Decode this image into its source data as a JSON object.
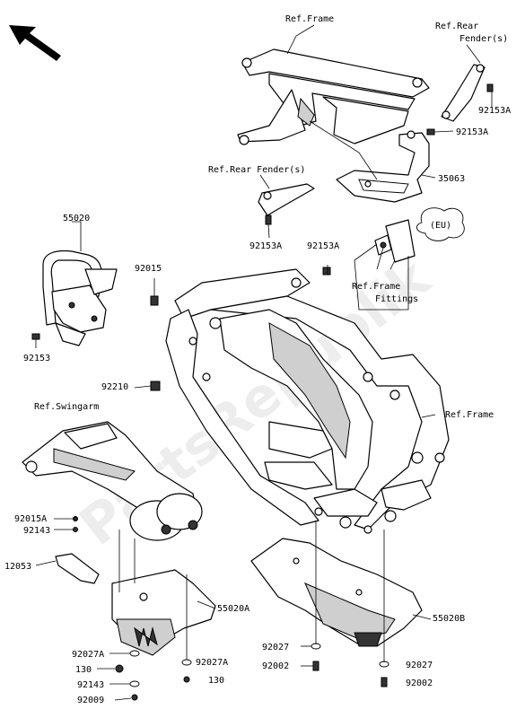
{
  "watermark": "PartsRepublik",
  "labels": {
    "ref_frame_top": "Ref.Frame",
    "ref_rear_fender_right_1": "Ref.Rear",
    "ref_rear_fender_right_2": "Fender(s)",
    "p92153a_1": "92153A",
    "p92153a_2": "92153A",
    "p35063": "35063",
    "ref_rear_fender_left": "Ref.Rear Fender(s)",
    "eu": "(EU)",
    "p55020": "55020",
    "p92015": "92015",
    "p92153a_3": "92153A",
    "p92153a_4": "92153A",
    "ref_frame_fittings_1": "Ref.Frame",
    "ref_frame_fittings_2": "Fittings",
    "p92153": "92153",
    "p92210": "92210",
    "ref_swingarm": "Ref.Swingarm",
    "ref_frame_right": "Ref.Frame",
    "p92015a": "92015A",
    "p92143_1": "92143",
    "p12053": "12053",
    "p55020a": "55020A",
    "p55020b": "55020B",
    "p92027a_1": "92027A",
    "p92027a_2": "92027A",
    "p130_1": "130",
    "p130_2": "130",
    "p92143_2": "92143",
    "p92009": "92009",
    "p92027_1": "92027",
    "p92002_1": "92002",
    "p92027_2": "92027",
    "p92002_2": "92002"
  }
}
